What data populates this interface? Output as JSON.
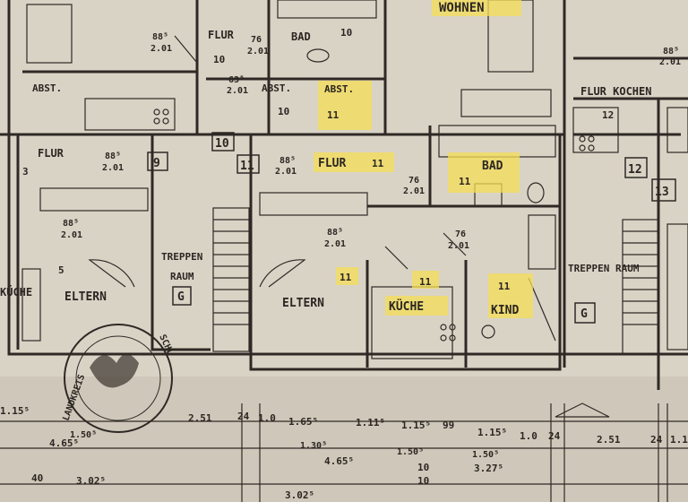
{
  "rooms": {
    "wohnen": "WOHNEN",
    "flur_top": "FLUR",
    "bad_top": "BAD",
    "abst_left": "ABST.",
    "abst_mid": "ABST.",
    "abst_hl": "ABST.",
    "flur_kochen": "FLUR KOCHEN",
    "flur_left": "FLUR",
    "flur_mid": "FLUR",
    "bad_mid": "BAD",
    "treppenraum_left_1": "TREPPEN",
    "treppenraum_left_2": "RAUM",
    "treppenraum_right": "TREPPEN RAUM",
    "eltern_left": "ELTERN",
    "eltern_mid": "ELTERN",
    "kueche": "KÜCHE",
    "kind": "KIND",
    "kueche_left_partial": "KÜCHE"
  },
  "codes": {
    "c11_abst": "11",
    "c11_flur": "11",
    "c11_bad": "11",
    "c11_eltern": "11",
    "c11_kueche": "11",
    "c11_kind": "11",
    "c10_top": "10",
    "c10_abst": "10",
    "c10_flur": "10",
    "c3": "3",
    "c12_upper": "12",
    "c5": "5"
  },
  "boxes": {
    "b9": "9",
    "b10": "10",
    "b11": "11",
    "b12": "12",
    "b13": "13",
    "g_left": "G",
    "g_right": "G"
  },
  "door_dims": {
    "d1": "88⁵",
    "d1b": "2.01",
    "d2": "76",
    "d2b": "2.01",
    "d3": "63⁵",
    "d3b": "2.01",
    "d4": "88⁵",
    "d4b": "2.01",
    "d5": "88⁵",
    "d5b": "2.01",
    "d6": "88⁵",
    "d6b": "2.01",
    "d7": "76",
    "d7b": "2.01",
    "d8": "88⁵",
    "d8b": "2.01",
    "d9": "76",
    "d9b": "2.01",
    "d10": "88⁵",
    "d10b": "2.01"
  },
  "dimensions": {
    "row1": [
      "1.15⁵",
      "2.51",
      "24",
      "1.0",
      "1.65⁵",
      "1.11⁵",
      "1.15⁵",
      "99",
      "1.15⁵",
      "1.0",
      "24",
      "2.51",
      "24",
      "1.1"
    ],
    "row2": [
      "1.50⁵",
      "1.30⁵",
      "1.50⁵",
      "1.50⁵"
    ],
    "row3": [
      "4.65⁵",
      "4.65⁵",
      "3.27⁵"
    ],
    "row4": [
      "40",
      "3.02⁵",
      "10",
      "10"
    ],
    "row5": [
      "3.02⁵"
    ]
  },
  "stamp": {
    "text": "LANDKREIS ... SCHL",
    "words": [
      "LANDKREIS",
      "SCHL"
    ]
  },
  "colors": {
    "paper": "#d9d3c6",
    "ink": "#2e2925",
    "highlight": "#f4dd55"
  }
}
